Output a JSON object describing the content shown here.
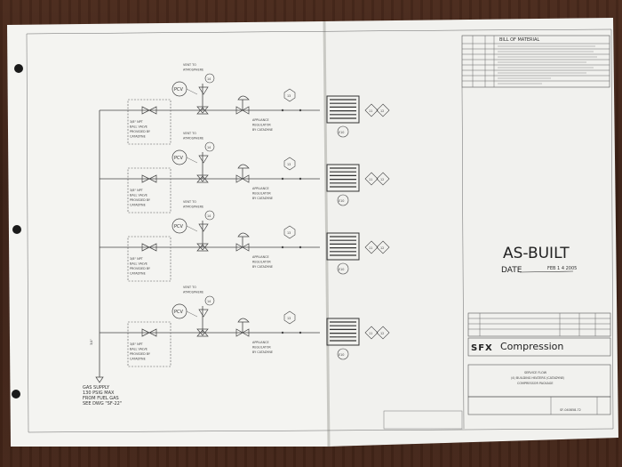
{
  "drawing": {
    "stamp": {
      "title": "AS-BUILT",
      "date_label": "DATE",
      "date_value": "FEB 1 4 2005"
    },
    "bom": {
      "title": "BILL OF MATERIAL"
    },
    "company": {
      "name": "Compression",
      "logo": "SFX"
    },
    "title_block": {
      "line1": "SERVICE FLOW",
      "line2": "(4) BUILDING HEATERS (CATADYNE)",
      "line3": "COMPRESSOR PACKAGE",
      "dwg_no": "SF-040858-72"
    },
    "branches": [
      {
        "vent": "VENT TO\nATMOSPHERE",
        "tag_vent": "14",
        "valve_text": "3/8\" NPT\nBALL VALVE\nPROVIDED BY\nCATADYNE",
        "reg_text": "APPLIANCE\nREGULATOR\nBY CATADYNE",
        "tag_reg": "13",
        "tag_diamonds": [
          "11",
          "12"
        ],
        "tag_heater": "E10"
      },
      {
        "vent": "VENT TO\nATMOSPHERE",
        "tag_vent": "14",
        "valve_text": "3/8\" NPT\nBALL VALVE\nPROVIDED BY\nCATADYNE",
        "reg_text": "APPLIANCE\nREGULATOR\nBY CATADYNE",
        "tag_reg": "13",
        "tag_diamonds": [
          "11",
          "12"
        ],
        "tag_heater": "E10"
      },
      {
        "vent": "VENT TO\nATMOSPHERE",
        "tag_vent": "14",
        "valve_text": "3/8\" NPT\nBALL VALVE\nPROVIDED BY\nCATADYNE",
        "reg_text": "APPLIANCE\nREGULATOR\nBY CATADYNE",
        "tag_reg": "13",
        "tag_diamonds": [
          "11",
          "12"
        ],
        "tag_heater": "E10"
      },
      {
        "vent": "VENT TO\nATMOSPHERE",
        "tag_vent": "14",
        "valve_text": "3/8\" NPT\nBALL VALVE\nPROVIDED BY\nCATADYNE",
        "reg_text": "APPLIANCE\nREGULATOR\nBY CATADYNE",
        "tag_reg": "13",
        "tag_diamonds": [
          "11",
          "12"
        ],
        "tag_heater": "E10"
      }
    ],
    "pcv_label": "PCV",
    "supply": "GAS SUPPLY\n130 PSIG MAX\nFROM FUEL GAS\nSEE DWG \"SF-22\"",
    "pipe_size": "3/4\""
  }
}
